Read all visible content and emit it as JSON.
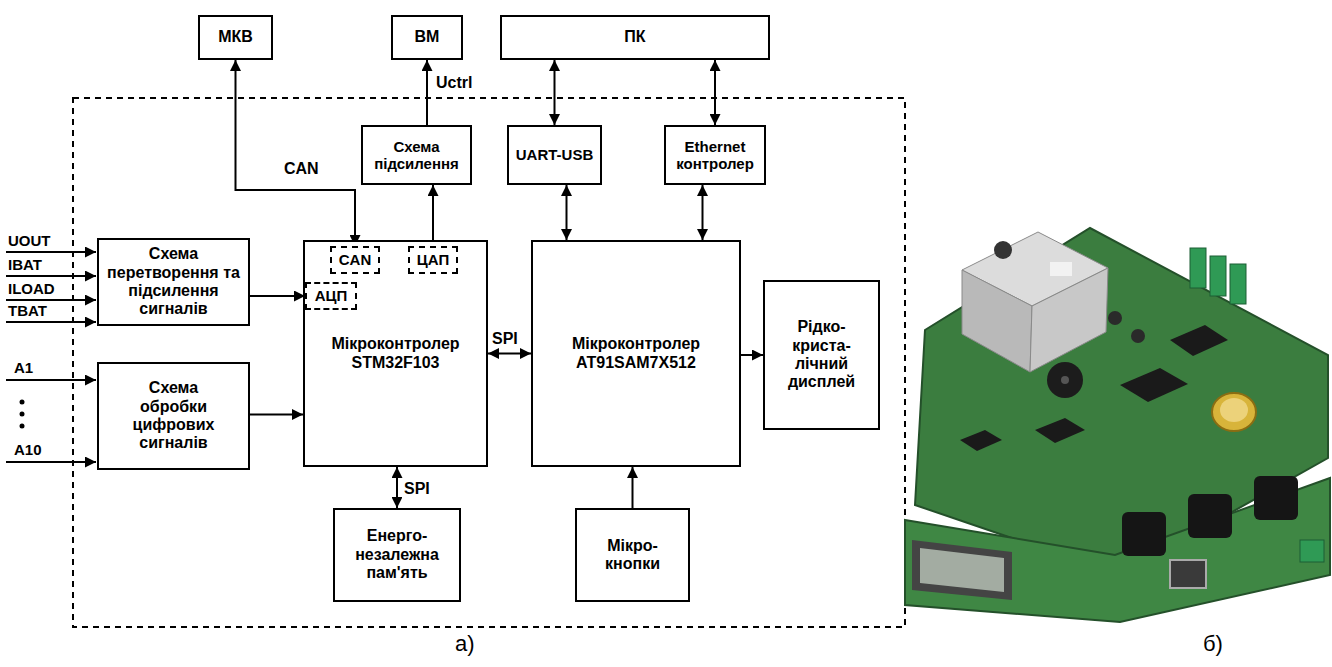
{
  "diagram": {
    "nodes": [
      {
        "text": [
          "МКВ"
        ]
      },
      {
        "text": [
          "ВМ"
        ]
      },
      {
        "text": [
          "ПК"
        ]
      },
      {
        "text": [
          "Схема підсилення"
        ]
      },
      {
        "text": [
          "UART-USB"
        ]
      },
      {
        "text": [
          "Ethernet контролер"
        ]
      },
      {
        "text": [
          "Схема перетворення та підсилення сигналів"
        ]
      },
      {
        "text": [
          "Схема обробки цифрових сигналів"
        ]
      },
      {
        "text": [
          "Мікроконтролер STM32F103"
        ]
      },
      {
        "text": [
          "CAN"
        ],
        "in": 8
      },
      {
        "text": [
          "ЦАП"
        ],
        "in": 8
      },
      {
        "text": [
          "АЦП"
        ],
        "in": 8
      },
      {
        "text": [
          "Мікроконтролер AT91SAM7X512"
        ]
      },
      {
        "text": [
          "Рідко- криста- лічний дисплей"
        ]
      },
      {
        "text": [
          "Енерго- незалежна пам'ять"
        ]
      },
      {
        "text": [
          "Мікро- кнопки"
        ]
      }
    ],
    "edges": [
      {
        "from": 9,
        "to": 0,
        "arrow": "both",
        "label": "CAN"
      },
      {
        "from": 10,
        "to": 3,
        "arrow": "to"
      },
      {
        "from": 3,
        "to": 1,
        "arrow": "to",
        "label": "Uctrl"
      },
      {
        "from": 4,
        "to": 2,
        "arrow": "both"
      },
      {
        "from": 5,
        "to": 2,
        "arrow": "both"
      },
      {
        "from": 4,
        "to": 12,
        "arrow": "both"
      },
      {
        "from": 5,
        "to": 12,
        "arrow": "both"
      },
      {
        "from": 6,
        "to": 11,
        "arrow": "to"
      },
      {
        "from": 7,
        "to": 8,
        "arrow": "to"
      },
      {
        "from": 8,
        "to": 12,
        "arrow": "both",
        "label": "SPI"
      },
      {
        "from": 8,
        "to": 14,
        "arrow": "both",
        "label": "SPI"
      },
      {
        "from": 12,
        "to": 13,
        "arrow": "to"
      },
      {
        "from": 15,
        "to": 12,
        "arrow": "to"
      }
    ],
    "labels": [
      "UOUT",
      "IBAT",
      "ILOAD",
      "TBAT",
      "A1",
      "A10",
      "а)",
      "б)"
    ]
  }
}
